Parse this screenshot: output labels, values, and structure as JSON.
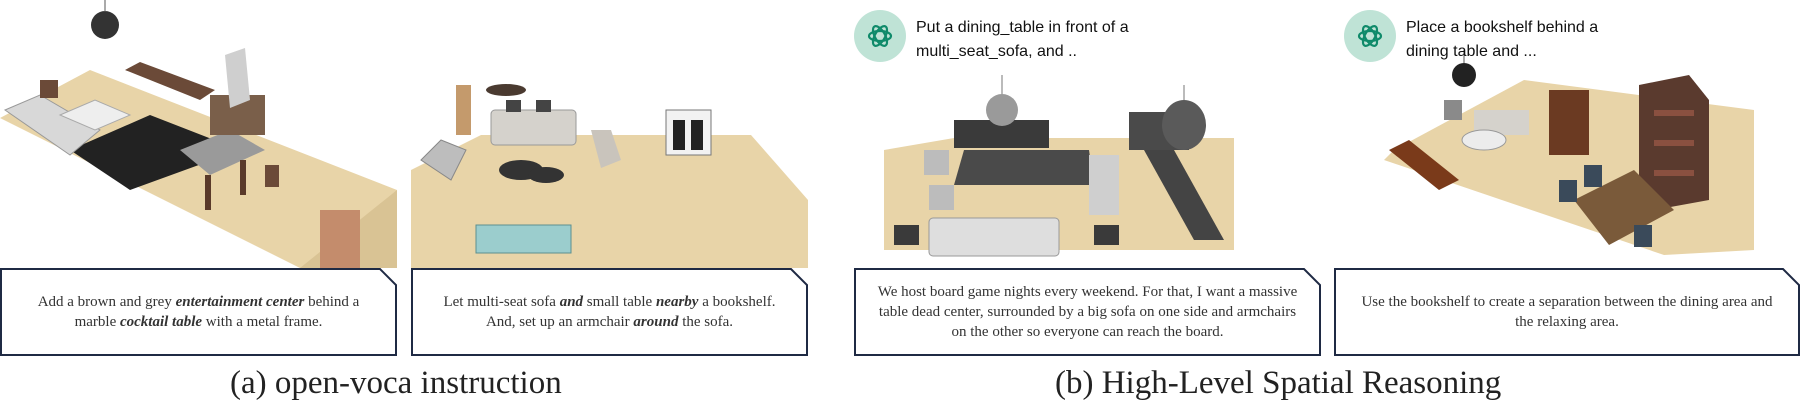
{
  "panels": [
    {
      "callout_segments": [
        {
          "text": "Add a brown and grey ",
          "emph": false
        },
        {
          "text": "entertainment center",
          "emph": true
        },
        {
          "text": " behind a marble ",
          "emph": false
        },
        {
          "text": "cocktail table",
          "emph": true
        },
        {
          "text": " with a metal frame.",
          "emph": false
        }
      ]
    },
    {
      "callout_segments": [
        {
          "text": "Let multi-seat sofa ",
          "emph": false
        },
        {
          "text": "and",
          "emph": true
        },
        {
          "text": " small table ",
          "emph": false
        },
        {
          "text": "nearby",
          "emph": true
        },
        {
          "text": " a bookshelf. And, set up an armchair ",
          "emph": false
        },
        {
          "text": "around",
          "emph": true
        },
        {
          "text": " the sofa.",
          "emph": false
        }
      ]
    },
    {
      "chat_prompt": "Put a dining_table in front of a multi_seat_sofa, and ..",
      "callout_segments": [
        {
          "text": "We host board game nights every weekend. For that, I want a massive table dead center, surrounded by a big sofa on one side and armchairs on the other so everyone can reach the board.",
          "emph": false
        }
      ]
    },
    {
      "chat_prompt": "Place a bookshelf behind a dining table and ...",
      "callout_segments": [
        {
          "text": "Use the bookshelf to create a separation between the dining area and the relaxing area.",
          "emph": false
        }
      ]
    }
  ],
  "captions": {
    "a": "(a) open-voca instruction",
    "b": "(b) High-Level Spatial Reasoning"
  },
  "icons": {
    "chat_avatar": "openai-logo-icon"
  },
  "colors": {
    "floor": "#e8d4a8",
    "frame": "#1f2a44",
    "icon_bg": "#bfe3d6",
    "icon_fg": "#0f8a6a"
  }
}
